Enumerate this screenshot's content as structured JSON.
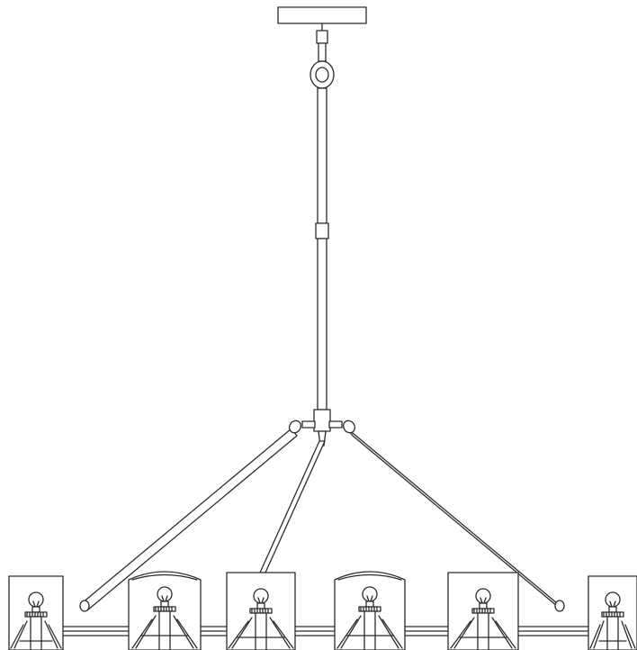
{
  "figure": {
    "kind": "line drawing",
    "subject": "chandelier",
    "line_color": "#2b2b2b",
    "fill_color": "#ffffff",
    "shade_count": 6,
    "support_rod_count": 3
  }
}
